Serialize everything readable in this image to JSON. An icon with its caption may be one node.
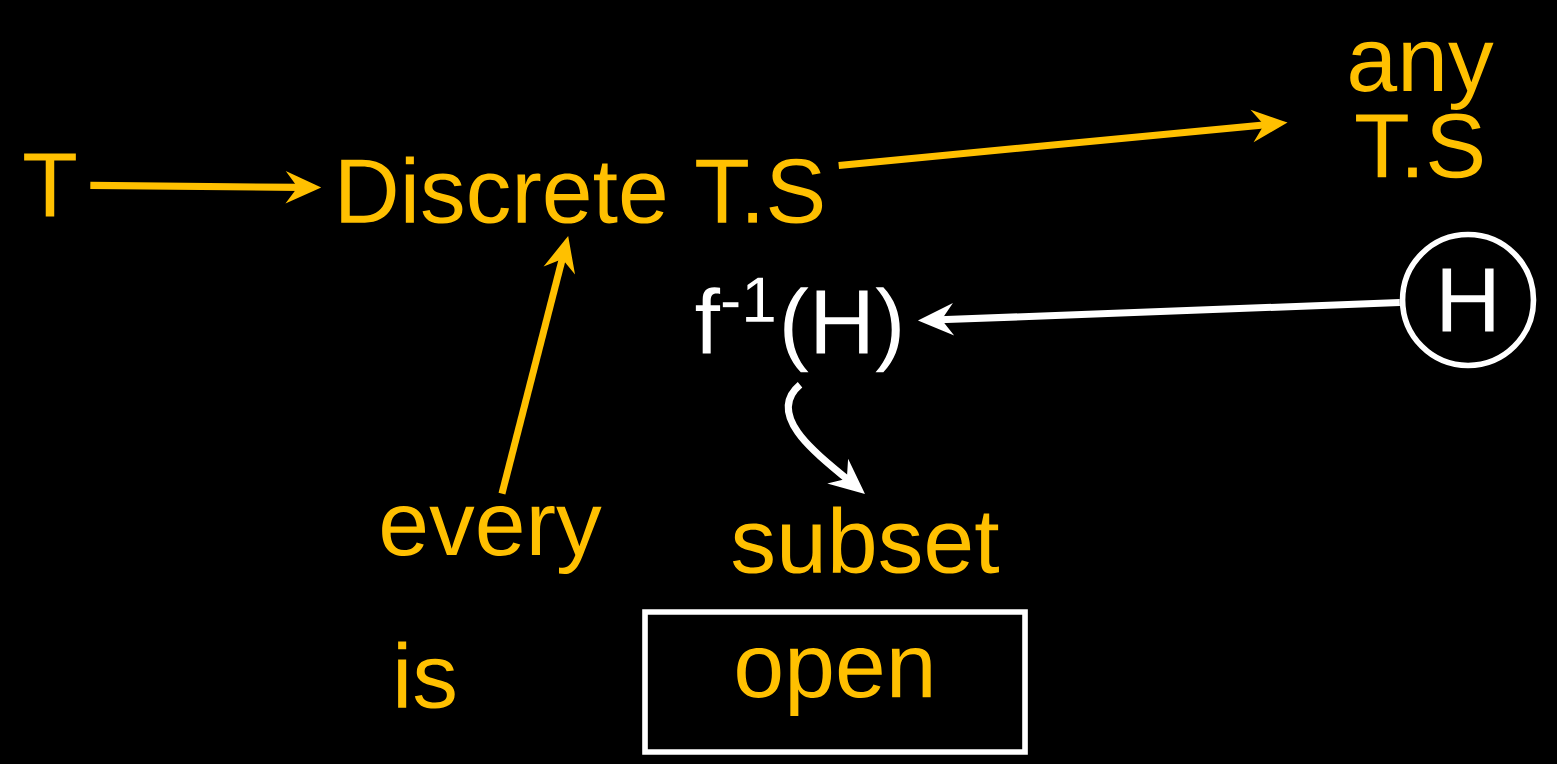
{
  "diagram": {
    "nodes": [
      {
        "text": [
          "T"
        ]
      },
      {
        "text": [
          "Discrete T.S"
        ]
      },
      {
        "text": [
          "any T.S"
        ]
      },
      {
        "text": [
          "f$^{-1}$(H)"
        ]
      },
      {
        "text": [
          "H"
        ]
      },
      {
        "text": [
          "every"
        ]
      },
      {
        "text": [
          "subset"
        ]
      },
      {
        "text": [
          "is"
        ]
      },
      {
        "text": [
          "open"
        ]
      }
    ],
    "edges": [
      {
        "from": 0,
        "to": 1,
        "arrow": "to"
      },
      {
        "from": 1,
        "to": 2,
        "arrow": "to"
      },
      {
        "from": 4,
        "to": 3,
        "arrow": "to",
        "color": "#ffffff"
      },
      {
        "from": 3,
        "to": 6,
        "arrow": "to",
        "color": "#ffffff"
      },
      {
        "from": 5,
        "to": 1,
        "arrow": "to"
      }
    ]
  }
}
